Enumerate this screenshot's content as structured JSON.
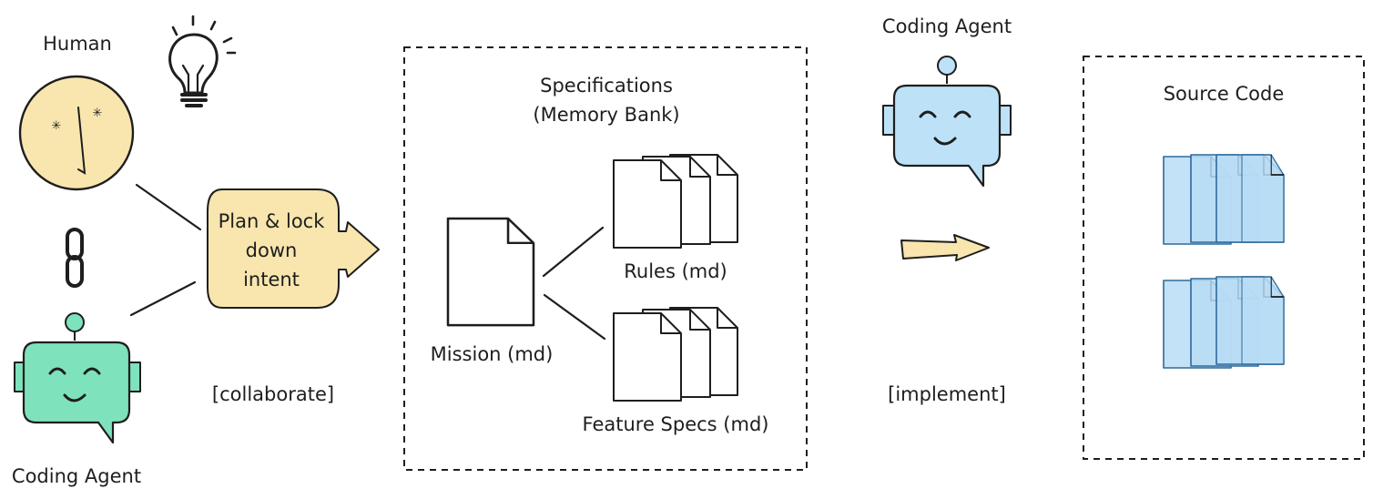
{
  "labels": {
    "human": "Human",
    "coding_agent_left": "Coding Agent",
    "coding_agent_right": "Coding Agent",
    "plan_line1": "Plan & lock",
    "plan_line2": "down",
    "plan_line3": "intent",
    "collaborate": "[collaborate]",
    "specs_title1": "Specifications",
    "specs_title2": "(Memory Bank)",
    "mission": "Mission (md)",
    "rules": "Rules (md)",
    "feature_specs": "Feature Specs (md)",
    "implement": "[implement]",
    "source_code": "Source Code"
  },
  "colors": {
    "human_face": "#f8e6ae",
    "agent_left": "#7ee2bd",
    "agent_right": "#bde2f8",
    "plan_box": "#f8e6ae",
    "arrow_fill": "#f8e6ae",
    "doc_white": "#ffffff",
    "doc_blue": "#b9dcf6",
    "stroke": "#1e1e1e"
  },
  "icons": [
    "lightbulb-icon",
    "chain-link-icon",
    "human-face-icon",
    "robot-icon",
    "document-icon"
  ]
}
